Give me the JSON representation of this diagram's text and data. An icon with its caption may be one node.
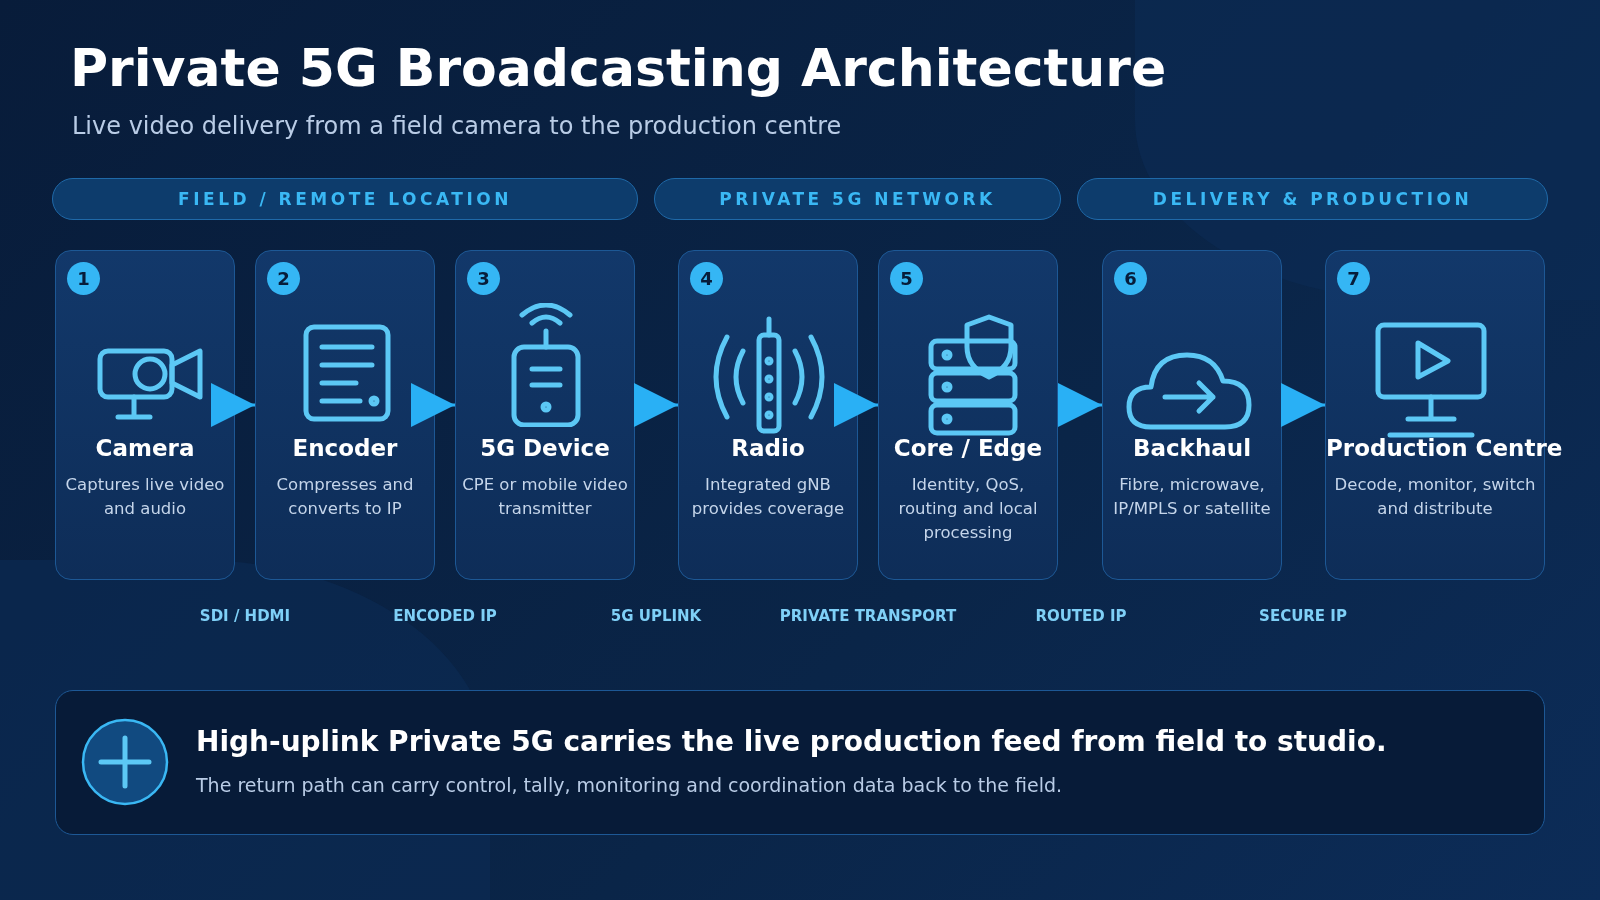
{
  "diagram": {
    "title": "Private 5G Broadcasting Architecture",
    "caption": "Live video delivery from a field camera to the production centre",
    "nodes": [
      {
        "text": [
          "FIELD / REMOTE LOCATION"
        ]
      },
      {
        "text": [
          "PRIVATE 5G NETWORK"
        ]
      },
      {
        "text": [
          "DELIVERY & PRODUCTION"
        ]
      },
      {
        "text": [
          "1",
          "Camera",
          "Captures live video and audio"
        ]
      },
      {
        "text": [
          "2",
          "Encoder",
          "Compresses and converts to IP"
        ]
      },
      {
        "text": [
          "3",
          "5G Device",
          "CPE or mobile video transmitter"
        ]
      },
      {
        "text": [
          "4",
          "Radio",
          "Integrated gNB provides coverage"
        ]
      },
      {
        "text": [
          "5",
          "Core / Edge",
          "Identity, QoS, routing and local processing"
        ]
      },
      {
        "text": [
          "6",
          "Backhaul",
          "Fibre, microwave, IP/MPLS or satellite"
        ]
      },
      {
        "text": [
          "7",
          "Production Centre",
          "Decode, monitor, switch and distribute"
        ]
      },
      {
        "text": [
          "High-uplink Private 5G carries the live production feed from field to studio.",
          "The return path can carry control, tally, monitoring and coordination data back to the field."
        ]
      }
    ],
    "edges": [
      {
        "from": 3,
        "to": 4,
        "arrow": "to"
      },
      {
        "from": 4,
        "to": 5,
        "arrow": "to"
      },
      {
        "from": 5,
        "to": 6,
        "arrow": "to"
      },
      {
        "from": 6,
        "to": 7,
        "arrow": "to"
      },
      {
        "from": 7,
        "to": 8,
        "arrow": "to"
      },
      {
        "from": 8,
        "to": 9,
        "arrow": "to"
      }
    ],
    "labels": [
      "SDI / HDMI",
      "ENCODED IP",
      "5G UPLINK",
      "PRIVATE TRANSPORT",
      "ROUTED IP",
      "SECURE IP"
    ]
  }
}
